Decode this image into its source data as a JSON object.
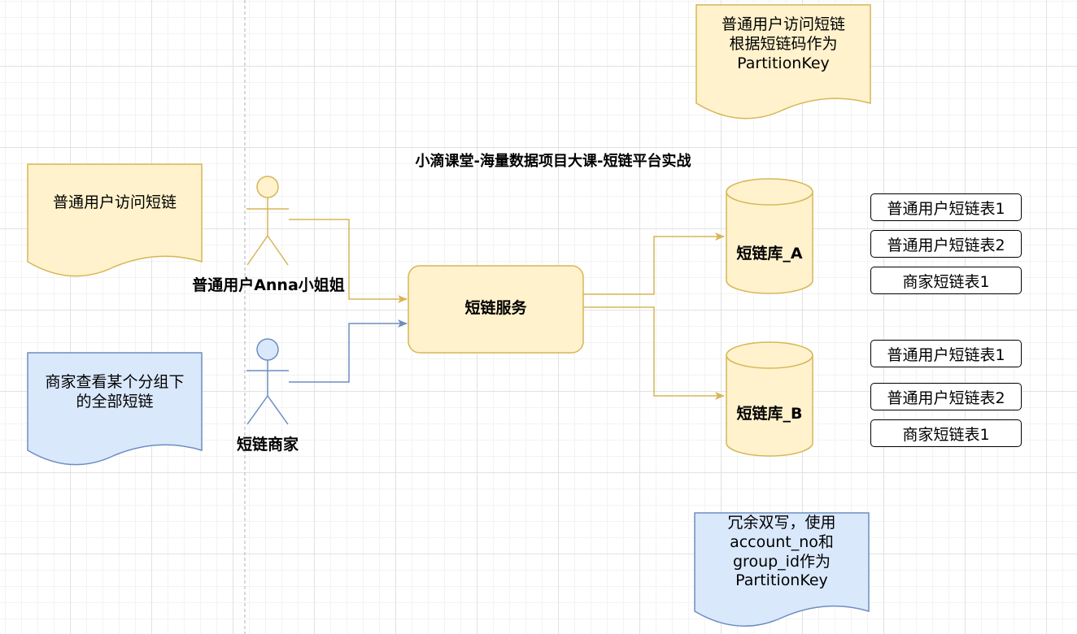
{
  "diagram": {
    "title": "小滴课堂-海量数据项目大课-短链平台实战",
    "notes": {
      "top_right": [
        "普通用户访问短链",
        "根据短链码作为",
        "PartitionKey"
      ],
      "left_user": [
        "普通用户访问短链"
      ],
      "left_merchant": [
        "商家查看某个分组下",
        "的全部短链"
      ],
      "bottom": [
        "冗余双写，使用",
        "account_no和",
        "group_id作为",
        "PartitionKey"
      ]
    },
    "actors": {
      "user": "普通用户Anna小姐姐",
      "merchant": "短链商家"
    },
    "service": "短链服务",
    "databases": {
      "a": "短链库_A",
      "b": "短链库_B"
    },
    "tables_a": [
      "普通用户短链表1",
      "普通用户短链表2",
      "商家短链表1"
    ],
    "tables_b": [
      "普通用户短链表1",
      "普通用户短链表2",
      "商家短链表1"
    ],
    "colors": {
      "yellow_fill": "#fff2cc",
      "yellow_stroke": "#d6b656",
      "blue_fill": "#dae8fc",
      "blue_stroke": "#6c8ebf",
      "arrow_yellow": "#d6b656",
      "arrow_blue": "#6c8ebf"
    }
  }
}
